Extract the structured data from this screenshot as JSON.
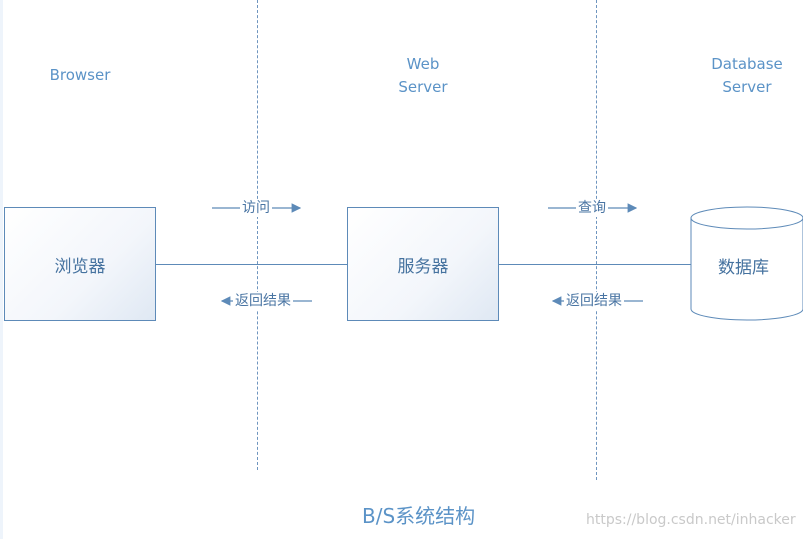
{
  "columns": {
    "browser": "Browser",
    "web_server_line1": "Web",
    "web_server_line2": "Server",
    "db_server_line1": "Database",
    "db_server_line2": "Server"
  },
  "nodes": {
    "browser": "浏览器",
    "server": "服务器",
    "database": "数据库"
  },
  "arrows": {
    "visit": "访问",
    "query": "查询",
    "return_left": "返回结果",
    "return_right": "返回结果"
  },
  "caption": "B/S系统结构",
  "watermark": "https://blog.csdn.net/inhacker",
  "colors": {
    "line": "#5d8ab8",
    "label": "#5b93c7",
    "dashed": "#6f95bf"
  }
}
